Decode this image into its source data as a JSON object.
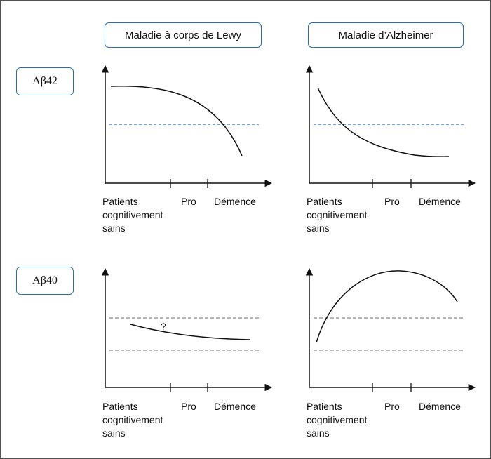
{
  "columns": {
    "lewy": "Maladie à corps de Lewy",
    "alzheimer": "Maladie d’Alzheimer"
  },
  "rows": {
    "ab42": "Aβ42",
    "ab40": "Aβ40"
  },
  "x_axis": {
    "patients": "Patients",
    "cognitively": "cognitivement",
    "healthy": "sains",
    "pro": "Pro",
    "dementia": "Démence"
  },
  "annotation": {
    "question": "?"
  },
  "colors": {
    "box_border": "#2a6db5",
    "blue_threshold": "#2a6db5",
    "gray_threshold": "#8a8a8a",
    "curve": "#111111"
  }
}
